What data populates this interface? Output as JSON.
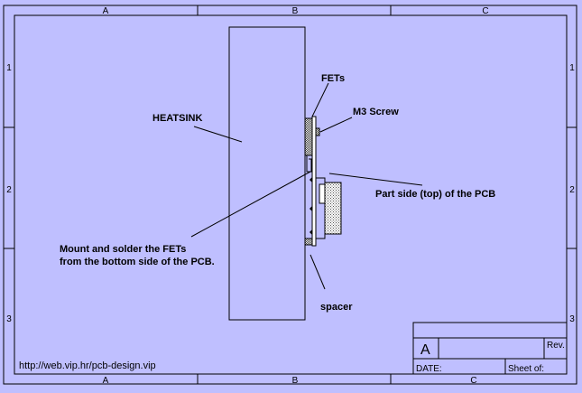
{
  "colors": {
    "background": "#bfbfff",
    "line": "#000000",
    "hatch": "#808080"
  },
  "border": {
    "columns": [
      "A",
      "B",
      "C"
    ],
    "rows": [
      "1",
      "2",
      "3"
    ]
  },
  "labels": {
    "fets": "FETs",
    "m3_screw": "M3 Screw",
    "heatsink": "HEATSINK",
    "part_side": "Part side (top) of the PCB",
    "mount_line1": "Mount and solder the FETs",
    "mount_line2": "from the bottom side of the PCB.",
    "spacer": "spacer"
  },
  "title_block": {
    "size": "A",
    "rev_label": "Rev.",
    "date_label": "DATE:",
    "sheet_label": "Sheet of:"
  },
  "footer": {
    "url": "http://web.vip.hr/pcb-design.vip"
  }
}
